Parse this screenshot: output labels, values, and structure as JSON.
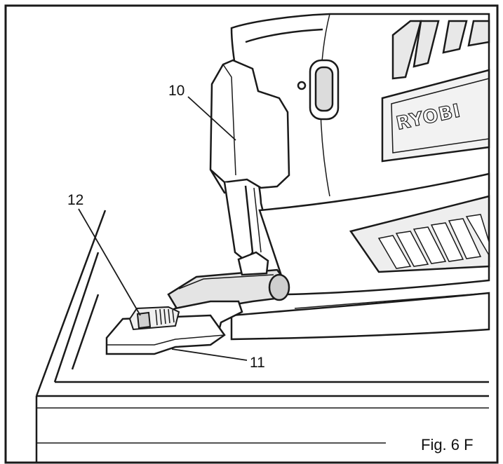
{
  "brand_text": "RYOBI",
  "callouts": {
    "c10": "10",
    "c11": "11",
    "c12": "12"
  },
  "figure_label": "Fig. 6 F",
  "colors": {
    "line": "#1a1a1a",
    "paper": "#ffffff",
    "shade": "#d8d8d8",
    "shade_dark": "#9a9a9a"
  }
}
